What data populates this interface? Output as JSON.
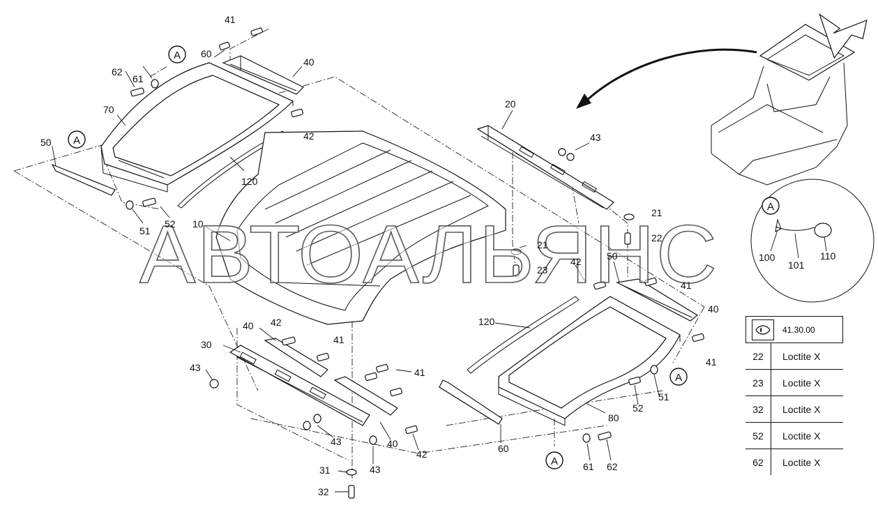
{
  "diagram": {
    "labels": {
      "l41a": "41",
      "l60a": "60",
      "l40a": "40",
      "l61a": "61",
      "l62a": "62",
      "l70": "70",
      "l50a": "50",
      "l42a": "42",
      "l120a": "120",
      "l51a": "51",
      "l52a": "52",
      "l10": "10",
      "l20": "20",
      "l43a": "43",
      "l21a": "21",
      "l22": "22",
      "l21b": "21",
      "l23": "23",
      "l42b": "42",
      "l50b": "50",
      "l41b": "41",
      "l40b": "40",
      "l41c": "41",
      "l120b": "120",
      "l52b": "52",
      "l51b": "51",
      "l80": "80",
      "l60b": "60",
      "l61b": "61",
      "l62b": "62",
      "l40c": "40",
      "l42c": "42",
      "l41d": "41",
      "l30": "30",
      "l43b": "43",
      "l41e": "41",
      "l43c": "43",
      "l40d": "40",
      "l42d": "42",
      "l43d": "43",
      "l31": "31",
      "l32": "32",
      "l100": "100",
      "l101": "101",
      "l110": "110"
    },
    "callout_letter": "A",
    "watermark": "АВТОАЛЬЯНС"
  },
  "reference": {
    "code": "41.30.00",
    "rows": [
      {
        "num": "22",
        "text": "Loctite X"
      },
      {
        "num": "23",
        "text": "Loctite X"
      },
      {
        "num": "32",
        "text": "Loctite X"
      },
      {
        "num": "52",
        "text": "Loctite X"
      },
      {
        "num": "62",
        "text": "Loctite X"
      }
    ]
  }
}
